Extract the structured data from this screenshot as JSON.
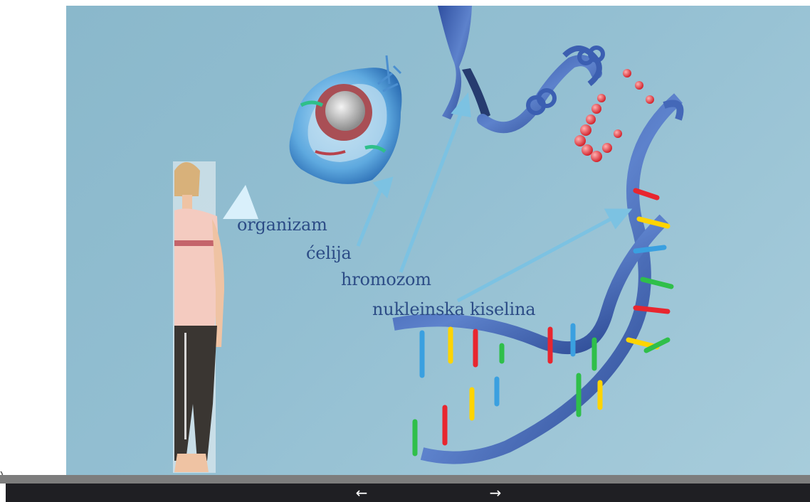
{
  "slide": {
    "labels": {
      "organism": "organizam",
      "cell": "ćelija",
      "chromosome": "hromozom",
      "nucleic_acid": "nukleinska kiselina"
    }
  },
  "player": {
    "progress_fraction": 0.0,
    "prev_symbol": "←",
    "next_symbol": "→"
  },
  "colors": {
    "background": "#8fbbcf",
    "label_text": "#2c4c86",
    "arrow": "#7cc2e2",
    "navbar": "#1f1f23",
    "progress_track": "#7d7d7d"
  },
  "icons": [
    "woman-figure",
    "cell-illustration",
    "chromosome-illustration",
    "dna-helix-illustration",
    "pointer-arrow"
  ]
}
